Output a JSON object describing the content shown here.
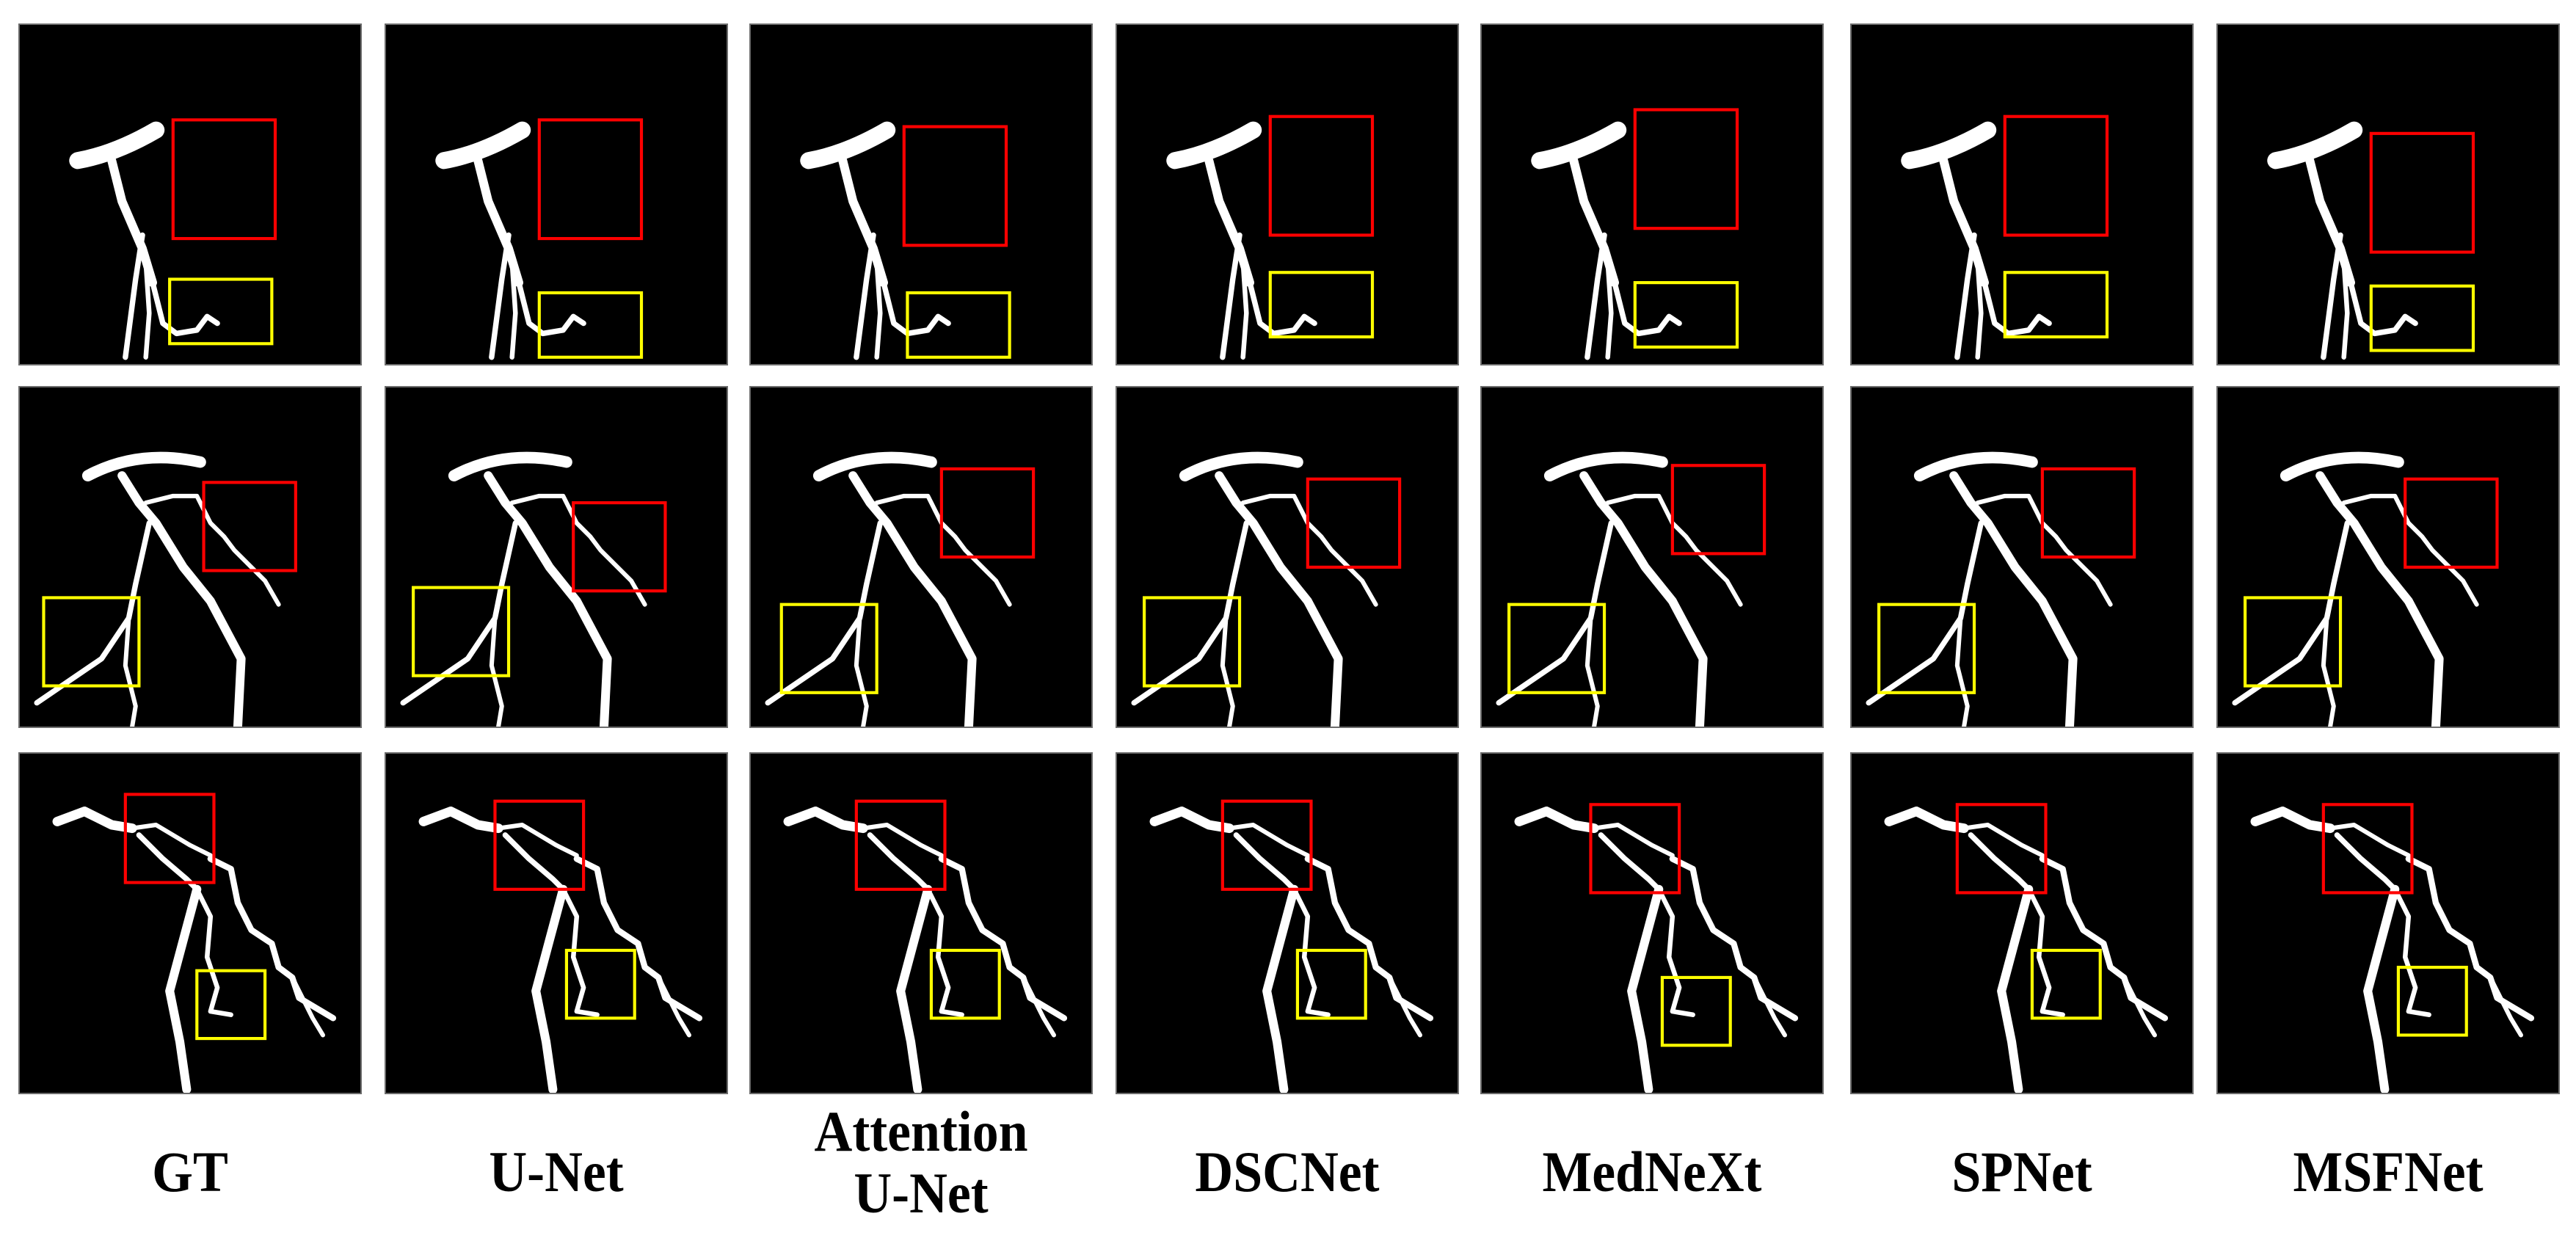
{
  "figure": {
    "columns": [
      {
        "key": "gt",
        "label_lines": [
          "GT"
        ]
      },
      {
        "key": "unet",
        "label_lines": [
          "U-Net"
        ]
      },
      {
        "key": "attunet",
        "label_lines": [
          "Attention",
          "U-Net"
        ]
      },
      {
        "key": "dscnet",
        "label_lines": [
          "DSCNet"
        ]
      },
      {
        "key": "mednext",
        "label_lines": [
          "MedNeXt"
        ]
      },
      {
        "key": "spnet",
        "label_lines": [
          "SPNet"
        ]
      },
      {
        "key": "msfnet",
        "label_lines": [
          "MSFNet"
        ]
      }
    ],
    "colors": {
      "background": "#000000",
      "vessel": "#ffffff",
      "box_red": "#ff0000",
      "box_yellow": "#ffff00"
    },
    "rows": [
      {
        "row": 1,
        "boxes": {
          "red": [
            [
              45,
              28,
              30,
              35
            ],
            [
              45,
              28,
              30,
              35
            ],
            [
              45,
              30,
              30,
              35
            ],
            [
              45,
              27,
              30,
              35
            ],
            [
              45,
              25,
              30,
              35
            ],
            [
              45,
              27,
              30,
              35
            ],
            [
              45,
              32,
              30,
              35
            ]
          ],
          "yellow": [
            [
              44,
              75,
              30,
              19
            ],
            [
              45,
              79,
              30,
              19
            ],
            [
              46,
              79,
              30,
              19
            ],
            [
              45,
              73,
              30,
              19
            ],
            [
              45,
              76,
              30,
              19
            ],
            [
              45,
              73,
              30,
              19
            ],
            [
              45,
              77,
              30,
              19
            ]
          ]
        }
      },
      {
        "row": 2,
        "boxes": {
          "red": [
            [
              54,
              28,
              27,
              26
            ],
            [
              55,
              34,
              27,
              26
            ],
            [
              56,
              24,
              27,
              26
            ],
            [
              56,
              27,
              27,
              26
            ],
            [
              56,
              23,
              27,
              26
            ],
            [
              56,
              24,
              27,
              26
            ],
            [
              55,
              27,
              27,
              26
            ]
          ],
          "yellow": [
            [
              7,
              62,
              28,
              26
            ],
            [
              8,
              59,
              28,
              26
            ],
            [
              9,
              64,
              28,
              26
            ],
            [
              8,
              62,
              28,
              26
            ],
            [
              8,
              64,
              28,
              26
            ],
            [
              8,
              64,
              28,
              26
            ],
            [
              8,
              62,
              28,
              26
            ]
          ]
        }
      },
      {
        "row": 3,
        "boxes": {
          "red": [
            [
              31,
              12,
              26,
              26
            ],
            [
              32,
              14,
              26,
              26
            ],
            [
              31,
              14,
              26,
              26
            ],
            [
              31,
              14,
              26,
              26
            ],
            [
              32,
              15,
              26,
              26
            ],
            [
              31,
              15,
              26,
              26
            ],
            [
              31,
              15,
              26,
              26
            ]
          ],
          "yellow": [
            [
              52,
              64,
              20,
              20
            ],
            [
              53,
              58,
              20,
              20
            ],
            [
              53,
              58,
              20,
              20
            ],
            [
              53,
              58,
              20,
              20
            ],
            [
              53,
              66,
              20,
              20
            ],
            [
              53,
              58,
              20,
              20
            ],
            [
              53,
              63,
              20,
              20
            ]
          ]
        }
      }
    ]
  }
}
